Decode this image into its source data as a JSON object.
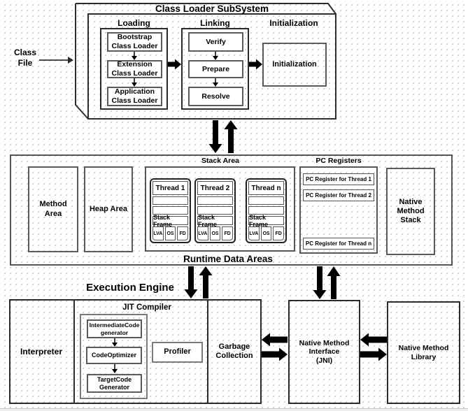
{
  "class_file": {
    "label": "Class\nFile"
  },
  "class_loader_subsystem": {
    "title": "Class Loader SubSystem",
    "loading": {
      "label": "Loading",
      "boxes": [
        "Bootstrap\nClass Loader",
        "Extension\nClass Loader",
        "Application\nClass Loader"
      ]
    },
    "linking": {
      "label": "Linking",
      "boxes": [
        "Verify",
        "Prepare",
        "Resolve"
      ]
    },
    "initialization": {
      "label": "Initialization",
      "box": "Initialization"
    }
  },
  "runtime_data_areas": {
    "title": "Runtime Data Areas",
    "method_area": "Method\nArea",
    "heap_area": "Heap Area",
    "stack_area": {
      "label": "Stack Area",
      "threads": [
        {
          "name": "Thread 1",
          "stack_frame_label": "Stack Frame",
          "cells": [
            "LVA",
            "OS",
            "FD"
          ]
        },
        {
          "name": "Thread 2",
          "stack_frame_label": "Stack Frame",
          "cells": [
            "LVA",
            "OS",
            "FD"
          ]
        },
        {
          "name": "Thread n",
          "stack_frame_label": "Stack Frame",
          "cells": [
            "LVA",
            "OS",
            "FD"
          ]
        }
      ]
    },
    "pc_registers": {
      "label": "PC Registers",
      "items": [
        "PC Register for Thread 1",
        "PC Register for Thread 2",
        "PC Register for Thread n"
      ]
    },
    "native_method_stack": "Native\nMethod\nStack"
  },
  "execution_engine": {
    "title": "Execution Engine",
    "interpreter": "Interpreter",
    "jit_compiler": {
      "label": "JIT Compiler",
      "pipeline": [
        "IntermediateCode\ngenerator",
        "CodeOptimizer",
        "TargetCode\nGenerator"
      ],
      "profiler": "Profiler"
    },
    "garbage_collection": "Garbage\nCollection"
  },
  "native_method_interface": "Native Method\nInterface\n(JNI)",
  "native_method_library": "Native Method\nLibrary",
  "colors": {
    "line": "#2b2b2b",
    "box_border": "#5a5a5a",
    "arrow_fill": "#000000",
    "grid_dot": "#c9c9c9"
  }
}
